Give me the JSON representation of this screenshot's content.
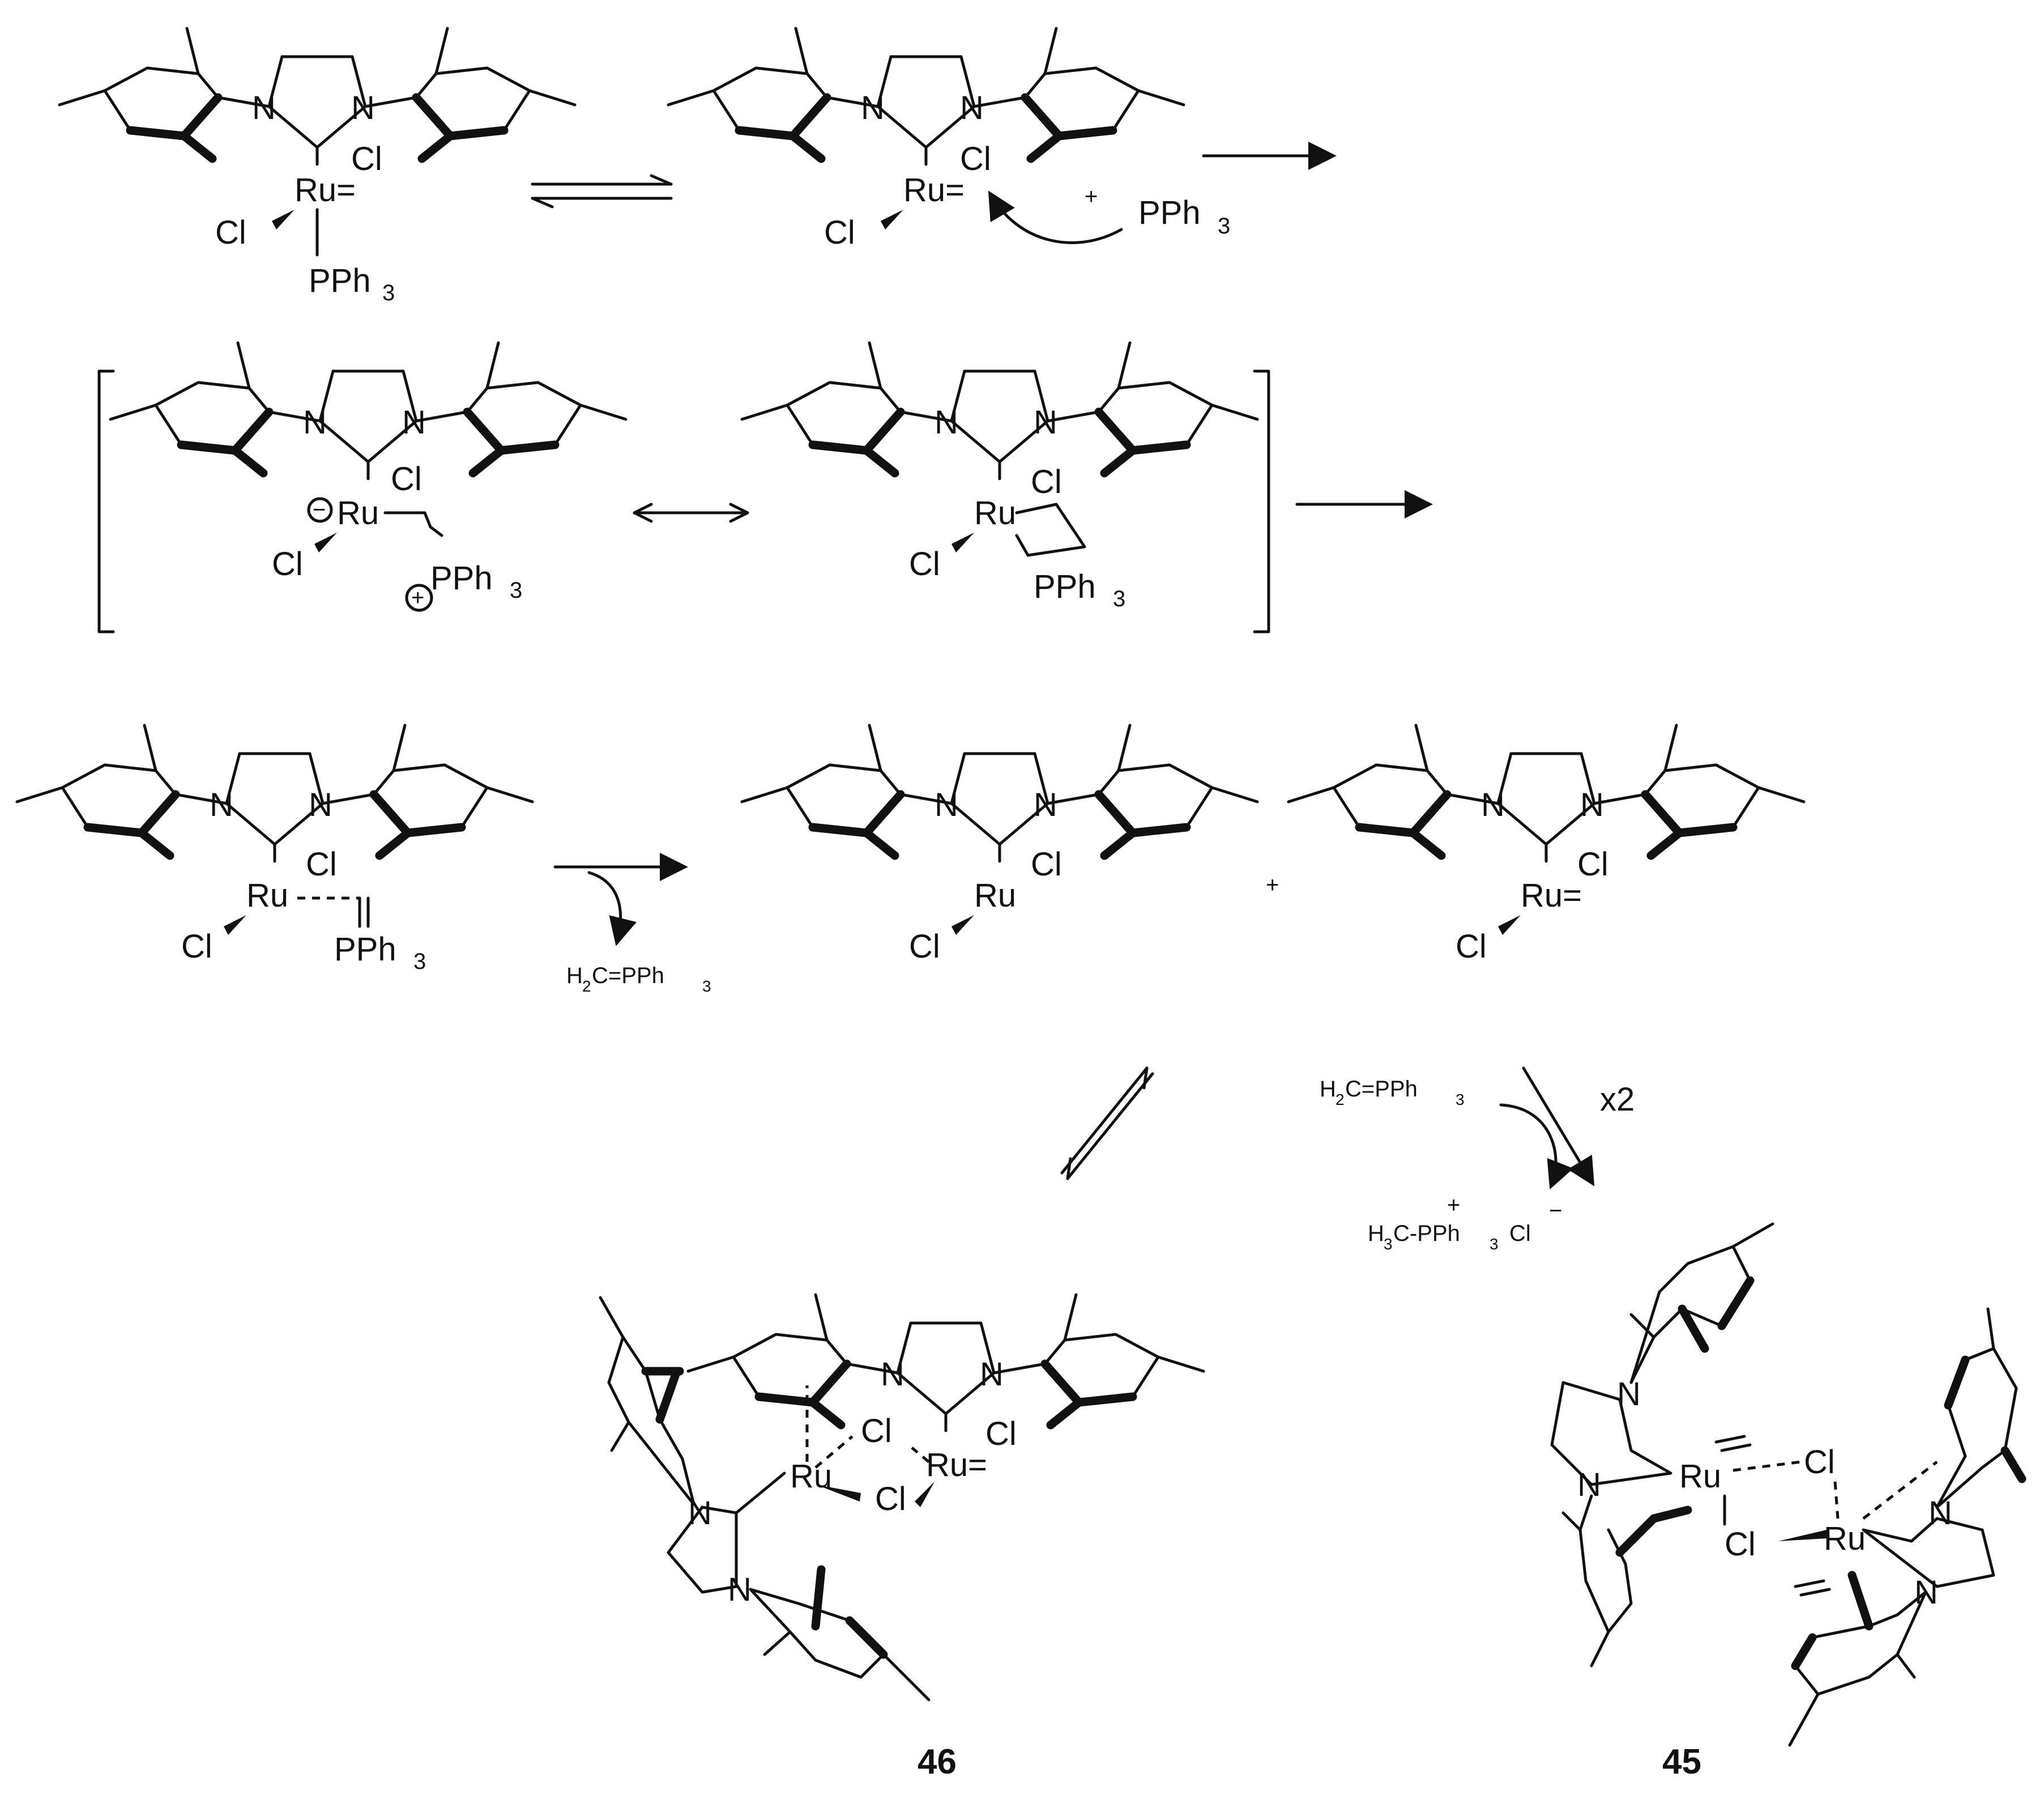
{
  "reagents": {
    "pph3": "PPh",
    "pph3_sub": "3",
    "plus": "+",
    "ylide_h2c": "H",
    "ylide_sub2": "2",
    "ylide_rest": "C=PPh",
    "ylide_sub3": "3",
    "x2": "x2",
    "salt_h3c": "H",
    "salt_sub3": "3",
    "salt_rest": "C-PPh",
    "salt_ph_sub": "3",
    "salt_cl": "Cl",
    "salt_plus": "+",
    "salt_minus": "−"
  },
  "atoms": {
    "n": "N",
    "cl": "Cl",
    "ru": "Ru",
    "ru_eq": "Ru=",
    "p": "PPh",
    "p_sub": "3",
    "minus": "−",
    "plus": "+"
  },
  "compounds": {
    "c46": "46",
    "c45": "45"
  }
}
